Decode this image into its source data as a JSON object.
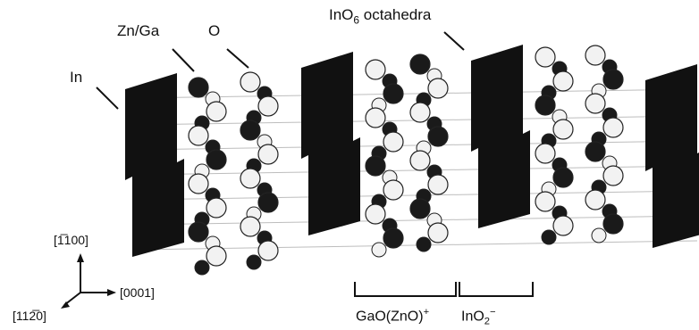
{
  "labels": {
    "in": "In",
    "zn_ga": "Zn/Ga",
    "o": "O",
    "ino6_prefix": "InO",
    "ino6_sub": "6",
    "ino6_suffix": " octahedra"
  },
  "axes": {
    "up": "[1̅100]",
    "right": "[0001]",
    "diagonal": "[112̅0]"
  },
  "layers": {
    "gao_zno": "GaO(ZnO)",
    "gao_zno_sup": "+",
    "ino2": "InO",
    "ino2_sub": "2",
    "ino2_sup": "−"
  },
  "colors": {
    "octahedra": "#111111",
    "dark_atom": "#1a1a1a",
    "light_atom": "#f2f2f2",
    "outline": "#222222"
  }
}
